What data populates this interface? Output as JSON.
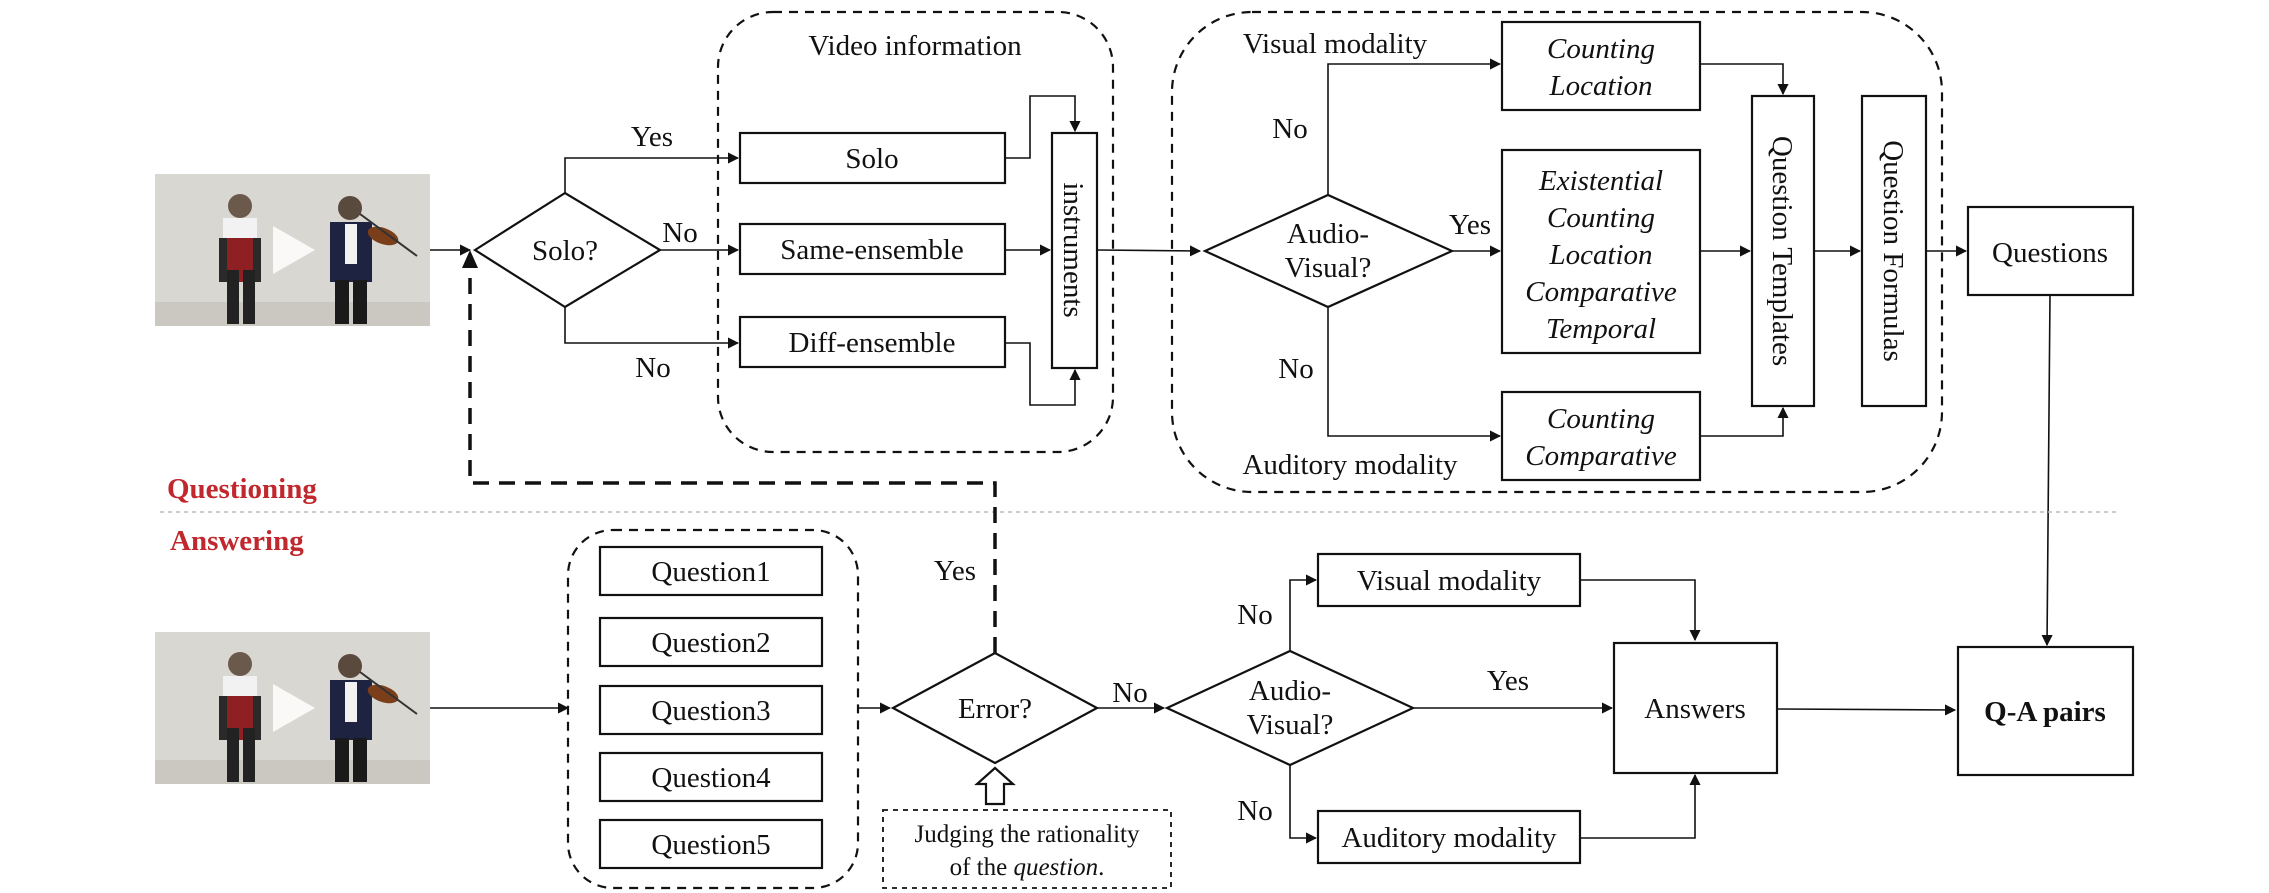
{
  "sections": {
    "questioning": "Questioning",
    "answering": "Answering"
  },
  "groups": {
    "video_information": "Video information"
  },
  "decisions": {
    "solo": "Solo?",
    "audio_visual": [
      "Audio-",
      "Visual?"
    ],
    "error": "Error?"
  },
  "branches": {
    "yes": "Yes",
    "no": "No"
  },
  "video_types": {
    "solo": "Solo",
    "same": "Same-ensemble",
    "diff": "Diff-ensemble"
  },
  "instruments": "instruments",
  "modalities": {
    "visual": "Visual modality",
    "auditory": "Auditory modality"
  },
  "question_types": {
    "visual": [
      "Counting",
      "Location"
    ],
    "audio_visual": [
      "Existential",
      "Counting",
      "Location",
      "Comparative",
      "Temporal"
    ],
    "auditory": [
      "Counting",
      "Comparative"
    ]
  },
  "templates": "Question Templates",
  "formulas": "Question Formulas",
  "questions": "Questions",
  "question_list": [
    "Question1",
    "Question2",
    "Question3",
    "Question4",
    "Question5"
  ],
  "judging_note": {
    "line1": "Judging the rationality",
    "line2_prefix": "of the ",
    "line2_italic": "question",
    "line2_suffix": "."
  },
  "answers": "Answers",
  "qa_pairs": "Q-A pairs",
  "colors": {
    "section_label": "#c0282d",
    "stroke": "#111111",
    "video_wall": "#d7d5d0"
  }
}
